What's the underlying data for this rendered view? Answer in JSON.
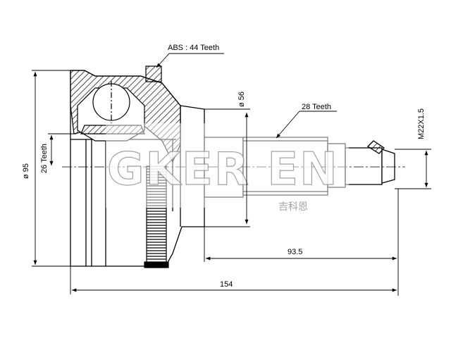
{
  "watermark": {
    "brand": "GKER EN",
    "brand_sub": "吉科恩"
  },
  "dimensions": {
    "abs_teeth": "ABS : 44 Teeth",
    "outer_diameter": "ø 95",
    "inner_teeth": "26 Teeth",
    "seal_diameter": "ø 56",
    "shaft_teeth": "28 Teeth",
    "thread": "M22X1.5",
    "shaft_length": "93.5",
    "total_length": "154"
  },
  "colors": {
    "line": "#000000",
    "hatch": "#000000",
    "watermark": "#9a9a9a"
  }
}
